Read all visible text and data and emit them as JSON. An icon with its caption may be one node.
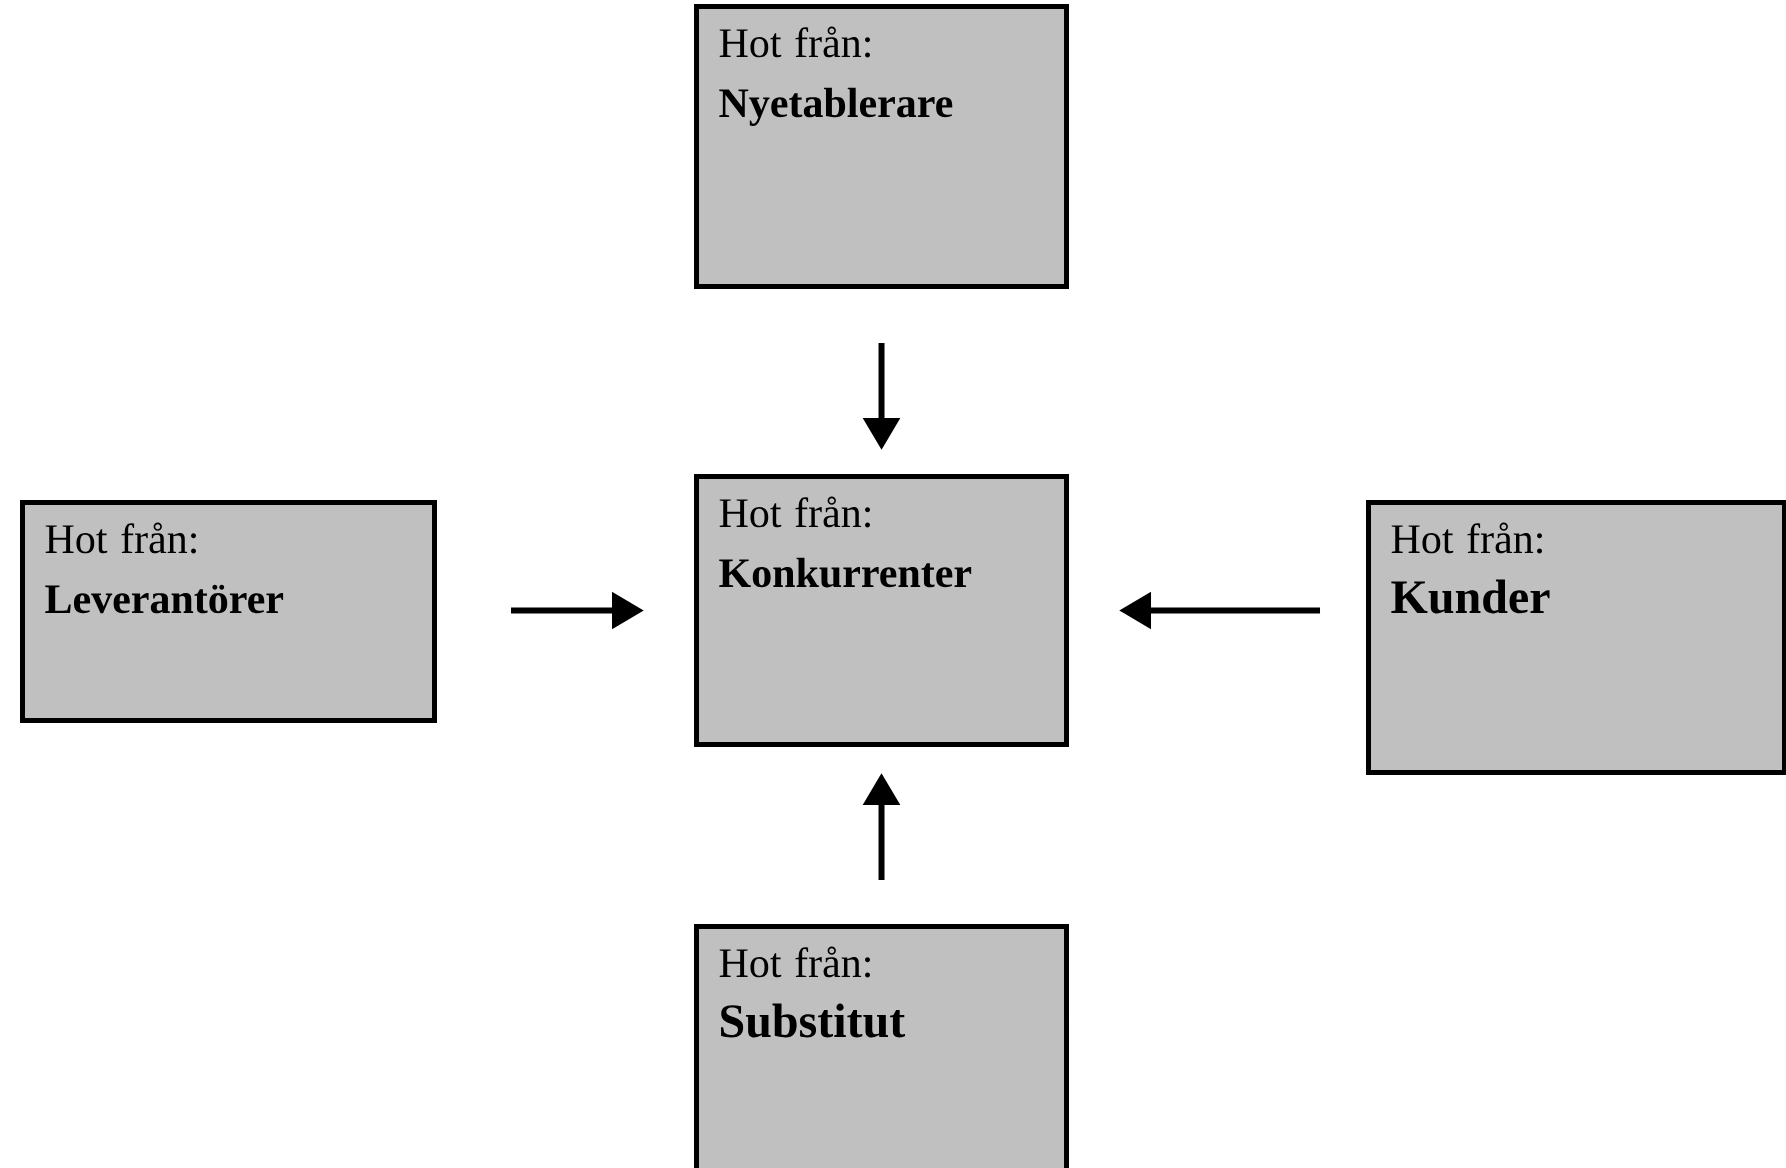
{
  "diagram": {
    "nodes": [
      {
        "text": [
          "Hot från:",
          "Nyetablerare"
        ]
      },
      {
        "text": [
          "Hot från:",
          "Leverantörer"
        ]
      },
      {
        "text": [
          "Hot från:",
          "Konkurrenter"
        ]
      },
      {
        "text": [
          "Hot från:",
          "Kunder"
        ]
      },
      {
        "text": [
          "Hot från:",
          "Substitut"
        ]
      }
    ],
    "edges": [
      {
        "from": 0,
        "to": 2,
        "arrow": "to"
      },
      {
        "from": 1,
        "to": 2,
        "arrow": "to"
      },
      {
        "from": 3,
        "to": 2,
        "arrow": "to"
      },
      {
        "from": 4,
        "to": 2,
        "arrow": "to"
      }
    ]
  }
}
